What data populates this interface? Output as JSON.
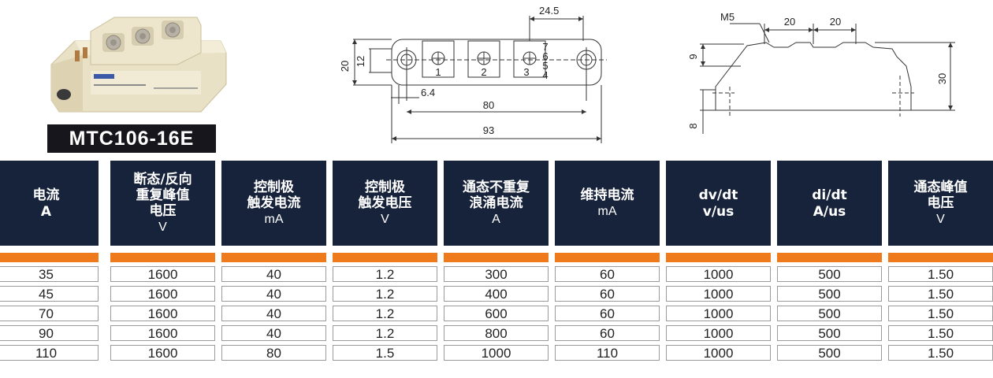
{
  "product": {
    "model": "MTC106-16E"
  },
  "drawings": {
    "top_view": {
      "pin_labels": [
        "1",
        "2",
        "3",
        "7",
        "6",
        "5",
        "4"
      ],
      "dims": {
        "pitch": "24.5",
        "height_outer": "20",
        "height_inner": "12",
        "offset": "6.4",
        "mount_spacing": "80",
        "overall_length": "93"
      }
    },
    "side_view": {
      "screw": "M5",
      "dims": {
        "spacing_a": "20",
        "spacing_b": "20",
        "terminal_height": "9",
        "overall_height": "30",
        "base": "8"
      }
    }
  },
  "table": {
    "columns": [
      {
        "label": [
          "电流"
        ],
        "unit": "A",
        "unit_bold": true
      },
      {
        "label": [
          "断态/反向",
          "重复峰值",
          "电压"
        ],
        "unit": "V"
      },
      {
        "label": [
          "控制极",
          "触发电流"
        ],
        "unit": "mA"
      },
      {
        "label": [
          "控制极",
          "触发电压"
        ],
        "unit": "V"
      },
      {
        "label": [
          "通态不重复",
          "浪涌电流"
        ],
        "unit": "A"
      },
      {
        "label": [
          "维持电流"
        ],
        "unit": "mA"
      },
      {
        "label": [
          "dv/dt"
        ],
        "unit": "v/us",
        "unit_bold": true
      },
      {
        "label": [
          "di/dt"
        ],
        "unit": "A/us",
        "unit_bold": true
      },
      {
        "label": [
          "通态峰值",
          "电压"
        ],
        "unit": "V"
      }
    ],
    "rows": [
      [
        "35",
        "1600",
        "40",
        "1.2",
        "300",
        "60",
        "1000",
        "500",
        "1.50"
      ],
      [
        "45",
        "1600",
        "40",
        "1.2",
        "400",
        "60",
        "1000",
        "500",
        "1.50"
      ],
      [
        "70",
        "1600",
        "40",
        "1.2",
        "600",
        "60",
        "1000",
        "500",
        "1.50"
      ],
      [
        "90",
        "1600",
        "40",
        "1.2",
        "800",
        "60",
        "1000",
        "500",
        "1.50"
      ],
      [
        "110",
        "1600",
        "80",
        "1.5",
        "1000",
        "110",
        "1000",
        "500",
        "1.50"
      ]
    ]
  },
  "colors": {
    "header_bg": "#17233b",
    "band": "#ef7a1c",
    "label_bg": "#16161c"
  }
}
